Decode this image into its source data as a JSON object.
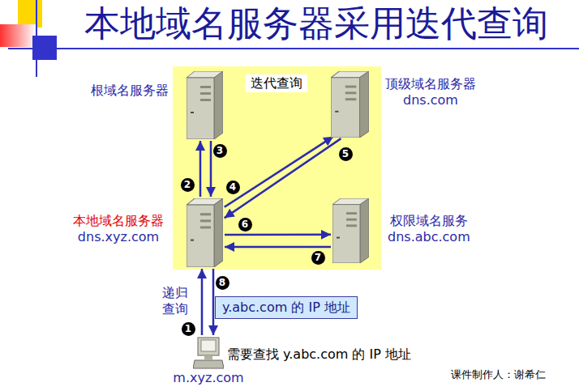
{
  "diagram": {
    "title": "本地域名服务器采用迭代查询",
    "nodes": [
      {
        "text": [
          "迭代查询"
        ]
      },
      {
        "text": [
          "根域名服务器"
        ],
        "in": 0
      },
      {
        "text": [
          "顶级域名服务器",
          "dns.com"
        ],
        "in": 0
      },
      {
        "text": [
          "本地域名服务器",
          "dns.xyz.com"
        ],
        "in": 0
      },
      {
        "text": [
          "权限域名服务",
          "dns.abc.com"
        ],
        "in": 0
      },
      {
        "text": [
          "需要查找 y.abc.com 的 IP 地址",
          "m.xyz.com"
        ]
      },
      {
        "text": [
          "y.abc.com 的 IP 地址"
        ]
      }
    ],
    "edges": [
      {
        "from": 5,
        "to": 3,
        "label": "1",
        "arrow": "to"
      },
      {
        "from": 3,
        "to": 1,
        "label": "2",
        "arrow": "to"
      },
      {
        "from": 1,
        "to": 3,
        "label": "3",
        "arrow": "to"
      },
      {
        "from": 3,
        "to": 2,
        "label": "4",
        "arrow": "to"
      },
      {
        "from": 2,
        "to": 3,
        "label": "5",
        "arrow": "to"
      },
      {
        "from": 3,
        "to": 4,
        "label": "6",
        "arrow": "to"
      },
      {
        "from": 4,
        "to": 3,
        "label": "7",
        "arrow": "to"
      },
      {
        "from": 3,
        "to": 5,
        "label": "8",
        "arrow": "to"
      }
    ],
    "labels": [
      "递归 查询",
      "课件制作人：谢希仁"
    ]
  }
}
